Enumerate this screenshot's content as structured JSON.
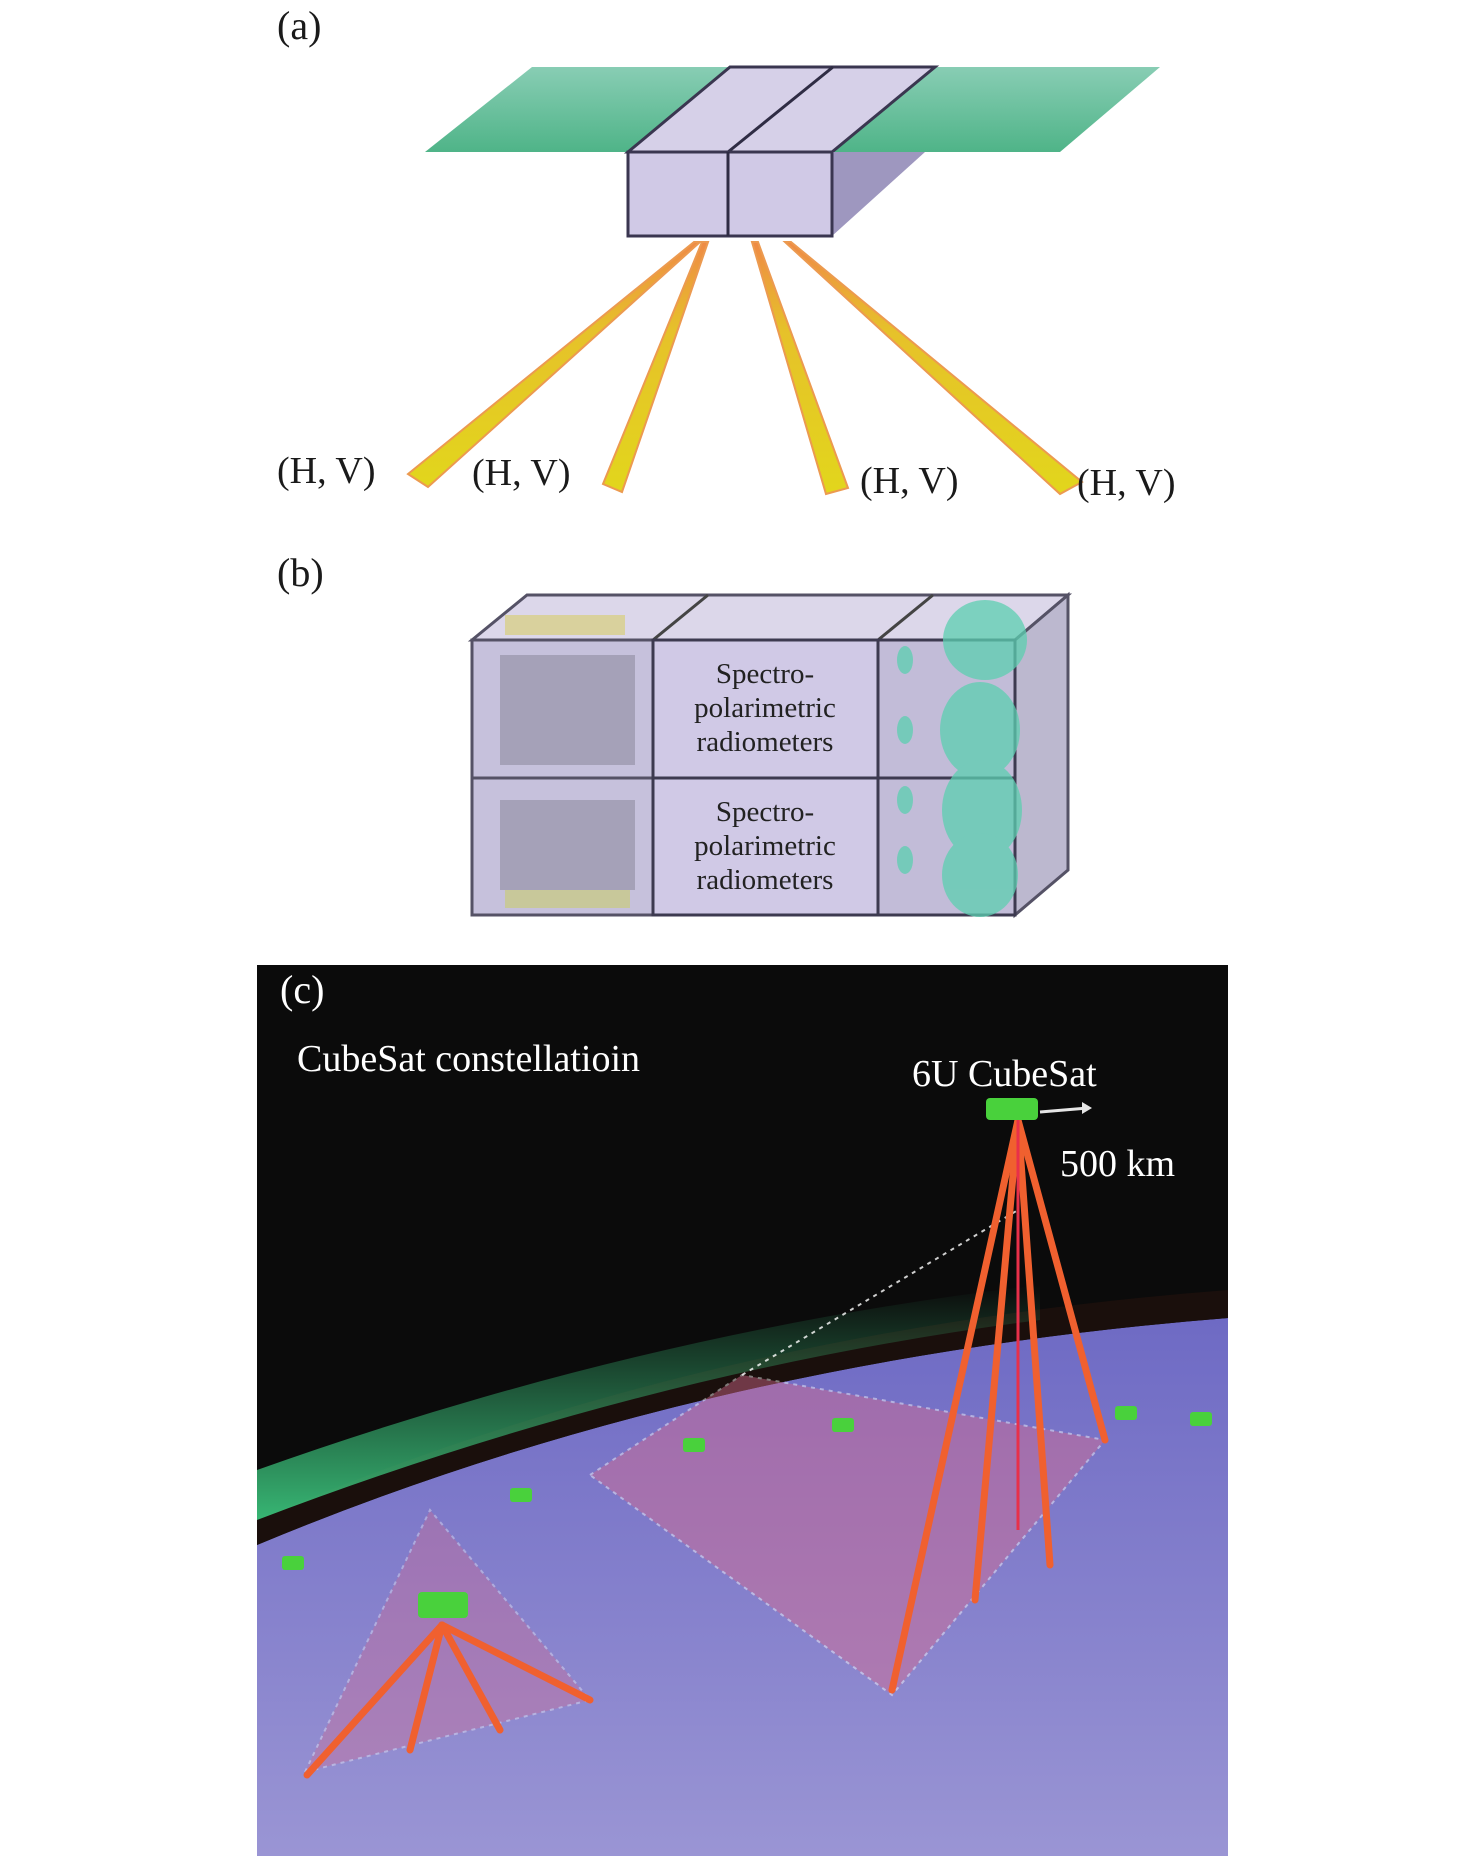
{
  "panels": {
    "a": {
      "label": "(a)",
      "beam_labels": [
        "(H, V)",
        "(H, V)",
        "(H, V)",
        "(H, V)"
      ]
    },
    "b": {
      "label": "(b)",
      "module_labels": [
        {
          "line1": "Spectro-",
          "line2": "polarimetric",
          "line3": "radiometers"
        },
        {
          "line1": "Spectro-",
          "line2": "polarimetric",
          "line3": "radiometers"
        }
      ]
    },
    "c": {
      "label": "(c)",
      "constellation_label": "CubeSat constellatioin",
      "satellite_label": "6U CubeSat",
      "altitude_label": "500 km"
    }
  },
  "colors": {
    "solar_panel": "#5fbf98",
    "bus": "#d3cde6",
    "bus_shadow": "#9f98bd",
    "beam_fill": "#e2d61c",
    "beam_edge": "#e98a3c",
    "antenna": "#5ccfb0",
    "space": "#0a0a0a",
    "aurora": "#3fd486",
    "earth": "#8a84d0",
    "footprint": "#d76a8e",
    "ray": "#f0602f",
    "cubesat": "#49d13c"
  }
}
